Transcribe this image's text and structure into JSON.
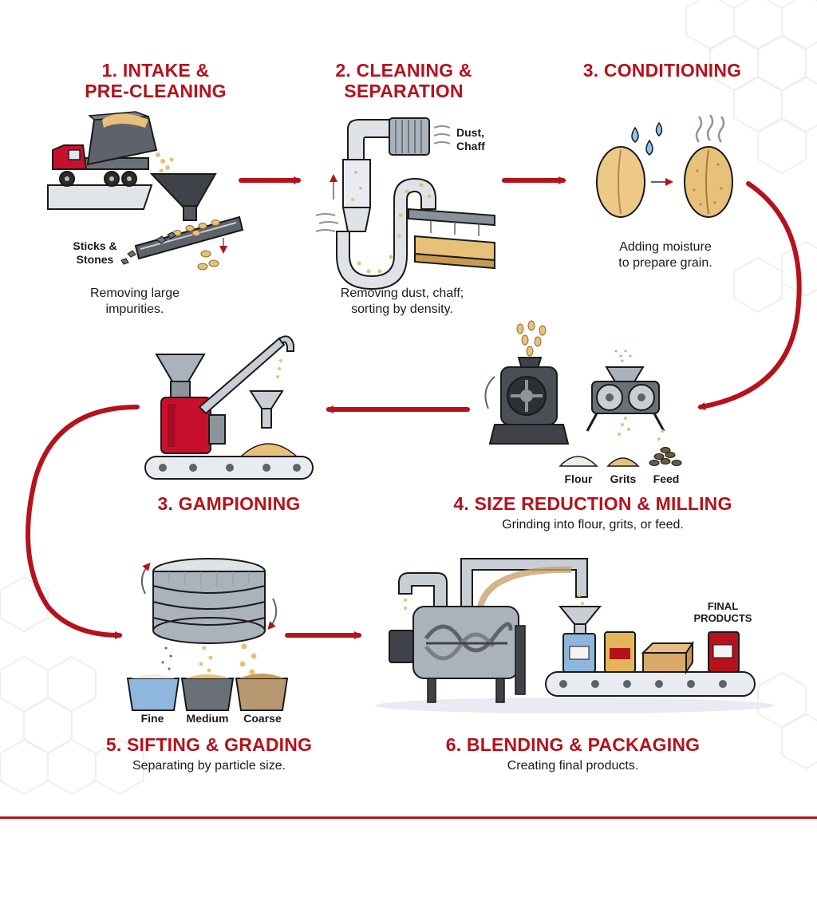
{
  "colors": {
    "accent": "#b5121b",
    "machine_gray": "#5e636b",
    "steel": "#aab2bb",
    "grain": "#e7c07a",
    "background_hex": "#eeeeee"
  },
  "steps": {
    "intake": {
      "title_line1": "1. INTAKE &",
      "title_line2": "PRE-CLEANING",
      "desc_line1": "Removing large",
      "desc_line2": "impurities.",
      "label_sticks_1": "Sticks &",
      "label_sticks_2": "Stones"
    },
    "cleaning": {
      "title_line1": "2. CLEANING &",
      "title_line2": "SEPARATION",
      "desc_line1": "Removing dust, chaff;",
      "desc_line2": "sorting by density.",
      "label_dust_1": "Dust,",
      "label_dust_2": "Chaff"
    },
    "conditioning": {
      "title": "3. CONDITIONING",
      "desc_line1": "Adding moisture",
      "desc_line2": "to prepare grain."
    },
    "milling": {
      "title": "4. SIZE REDUCTION & MILLING",
      "desc": "Grinding into flour, grits, or feed.",
      "labels": [
        "Flour",
        "Grits",
        "Feed"
      ]
    },
    "gampioning": {
      "title": "3. GAMPIONING"
    },
    "sifting": {
      "title": "5. SIFTING & GRADING",
      "desc": "Separating by particle size.",
      "labels": [
        "Fine",
        "Medium",
        "Coarse"
      ]
    },
    "blending": {
      "title": "6. BLENDING & PACKAGING",
      "desc": "Creating final products.",
      "final_1": "FINAL",
      "final_2": "PRODUCTS"
    }
  }
}
